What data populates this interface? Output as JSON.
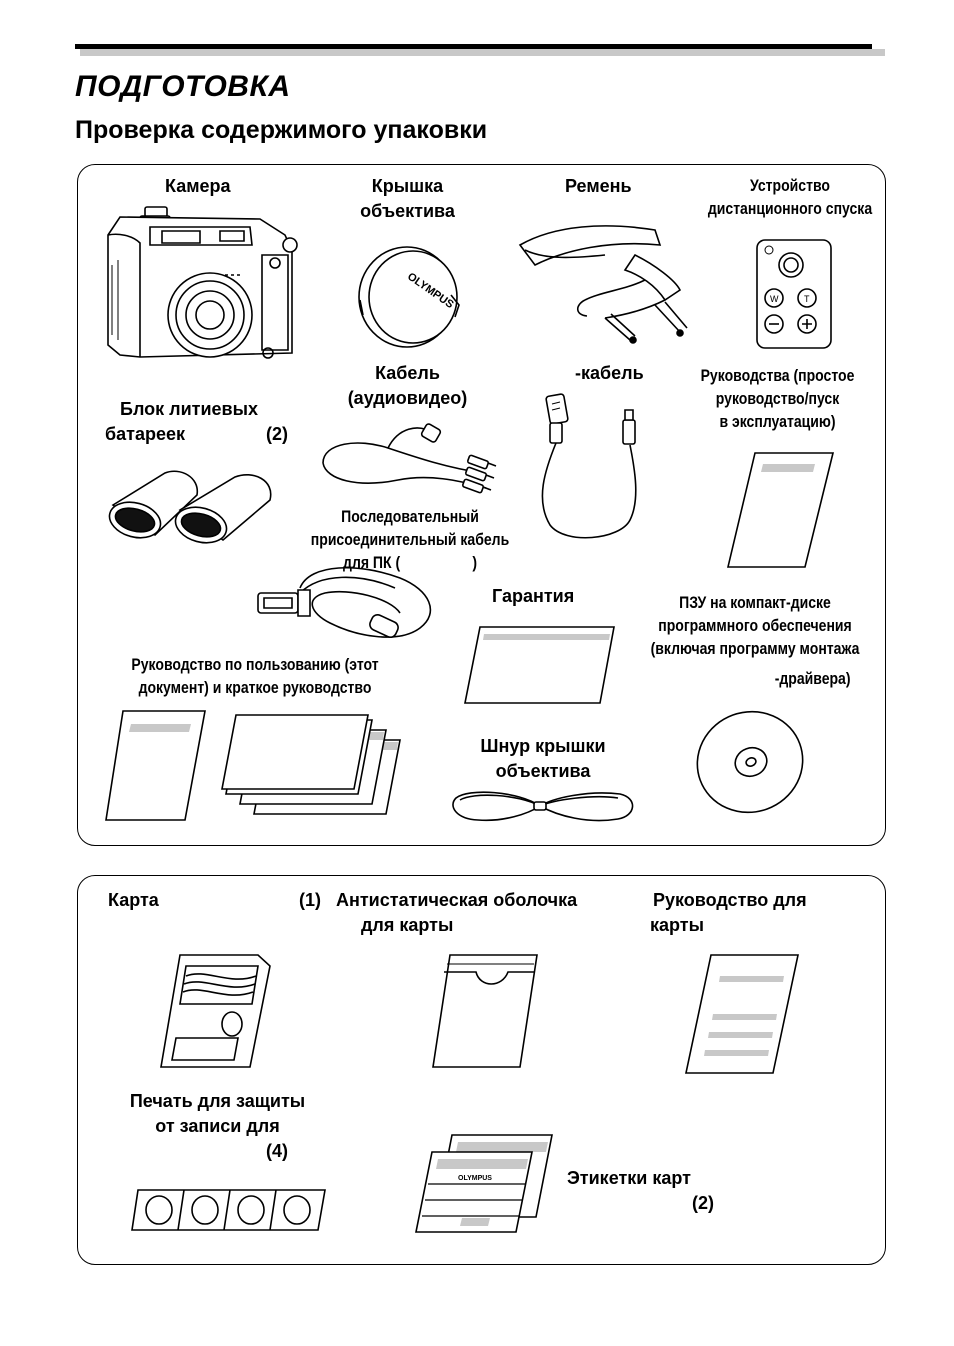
{
  "page": {
    "title": "ПОДГОТОВКА",
    "subtitle": "Проверка содержимого упаковки"
  },
  "package_box": {
    "camera": "Камера",
    "lens_cap_line1": "Крышка",
    "lens_cap_line2": "объектива",
    "strap": "Ремень",
    "remote_line1": "Устройство",
    "remote_line2": "дистанционного спуска",
    "av_cable_line1": "Кабель",
    "av_cable_line2": "(аудиовидео)",
    "usb_cable": "-кабель",
    "battery_line1": "Блок литиевых",
    "battery_line2a": "батареек",
    "battery_line2b": "(2)",
    "manuals_line1": "Руководства (простое",
    "manuals_line2": "руководство/пуск",
    "manuals_line3": "в эксплуатацию)",
    "serial_line1": "Последовательный",
    "serial_line2": "присоединительный кабель",
    "serial_line3a": "для ПК (",
    "serial_line3b": ")",
    "warranty": "Гарантия",
    "cdrom_line1": "ПЗУ на компакт-диске",
    "cdrom_line2": "программного обеспечения",
    "cdrom_line3": "(включая программу монтажа",
    "cdrom_line4": "-драйвера)",
    "ref_manual_line1": "Руководство по пользованию (этот",
    "ref_manual_line2": "документ) и краткое руководство",
    "cap_cord_line1": "Шнур крышки",
    "cap_cord_line2": "объектива",
    "camera_brand": "OLYMPUS"
  },
  "card_box": {
    "card": "Карта",
    "card_count": "(1)",
    "sleeve_line1": "Антистатическая оболочка",
    "sleeve_line2": "для карты",
    "card_manual_line1": "Руководство для",
    "card_manual_line2": "карты",
    "seal_line1": "Печать для защиты",
    "seal_line2": "от записи для",
    "seal_count": "(4)",
    "labels_line1": "Этикетки карт",
    "labels_count": "(2)"
  }
}
